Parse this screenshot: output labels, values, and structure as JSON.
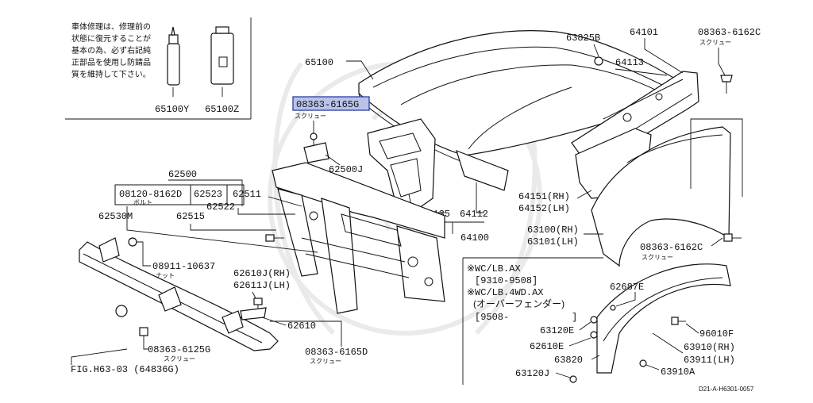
{
  "note": {
    "lines": [
      "車体修理は、修理前の",
      "状態に復元することが",
      "基本の為、必ず右記純",
      "正部品を使用し防錆品",
      "質を維持して下さい。"
    ]
  },
  "highlight_label": "08363-6165G",
  "footer": {
    "ref": "FIG.H63-03 (64836G)",
    "code": "D21-A-H6301-0057"
  },
  "variant": {
    "l1": "※WC/LB.AX",
    "l2": "[9310-9508]",
    "l3": "※WC/LB.4WD.AX",
    "l4": "(オーバーフェンダー)",
    "l5": "[9508-",
    "l6": "]"
  },
  "labels": {
    "p65100y": "65100Y",
    "p65100z": "65100Z",
    "p65100": "65100",
    "p63825b": "63825B",
    "p64101": "64101",
    "p08363_6162c_top": "08363-6162C",
    "p64113": "64113",
    "p62500j": "62500J",
    "p62500": "62500",
    "p08120": "08120-8162D",
    "p62523": "62523",
    "p62511": "62511",
    "p62522": "62522",
    "p62530m": "62530M",
    "p62515": "62515",
    "p64135": "64135",
    "p64112": "64112",
    "p64100": "64100",
    "p64151": "64151(RH)",
    "p64152": "64152(LH)",
    "p63100": "63100(RH)",
    "p63101": "63101(LH)",
    "p08363_6162c_side": "08363-6162C",
    "p08911": "08911-10637",
    "p62610j": "62610J(RH)",
    "p62611j": "62611J(LH)",
    "p62610": "62610",
    "p08363_6125g": "08363-6125G",
    "p08363_6165d": "08363-6165D",
    "p62687e": "62687E",
    "p96010f": "96010F",
    "p63120e": "63120E",
    "p62610e": "62610E",
    "p63910": "63910(RH)",
    "p63911": "63911(LH)",
    "p63820": "63820",
    "p63120j": "63120J",
    "p63910a": "63910A"
  },
  "sublabels": {
    "screw": "スクリュー",
    "bolt": "ボルト",
    "nut": "ナット"
  }
}
